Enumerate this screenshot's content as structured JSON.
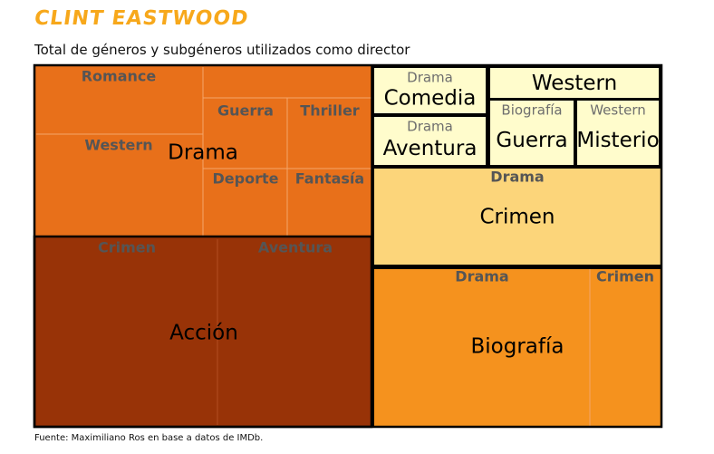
{
  "header": {
    "title": "CLINT EASTWOOD",
    "subtitle": "Total de géneros y subgéneros utilizados como director"
  },
  "footer": {
    "source": "Fuente: Maximiliano Ros en base a datos de IMDb."
  },
  "colors": {
    "drama": "#e8701a",
    "accion": "#983307",
    "comedia": "#fffccc",
    "crimen": "#fcd57a",
    "biografia": "#f5921e",
    "subline": "#f4a66a",
    "accion_subline": "#b24c22",
    "sub_text": "#555555",
    "sub_text_light": "#6e6e6e"
  },
  "chart_data": {
    "type": "treemap",
    "title": "",
    "groups": [
      {
        "name": "Drama",
        "subgroups": [
          "Romance",
          "",
          "Guerra",
          "Thriller",
          "Western",
          "Deporte",
          "Fantasía"
        ]
      },
      {
        "name": "Acción",
        "subgroups": [
          "Crimen",
          "Aventura"
        ]
      },
      {
        "name": "Comedia",
        "prefix": "Drama",
        "subgroups": []
      },
      {
        "name": "Western",
        "subgroups": []
      },
      {
        "name": "Aventura",
        "prefix": "Drama",
        "subgroups": []
      },
      {
        "name": "Guerra",
        "prefix": "Biografía",
        "subgroups": []
      },
      {
        "name": "Misterio",
        "prefix": "Western",
        "subgroups": []
      },
      {
        "name": "Crimen",
        "subgroups": [
          "Drama"
        ]
      },
      {
        "name": "Biografía",
        "subgroups": [
          "Drama",
          "Crimen"
        ]
      }
    ]
  }
}
